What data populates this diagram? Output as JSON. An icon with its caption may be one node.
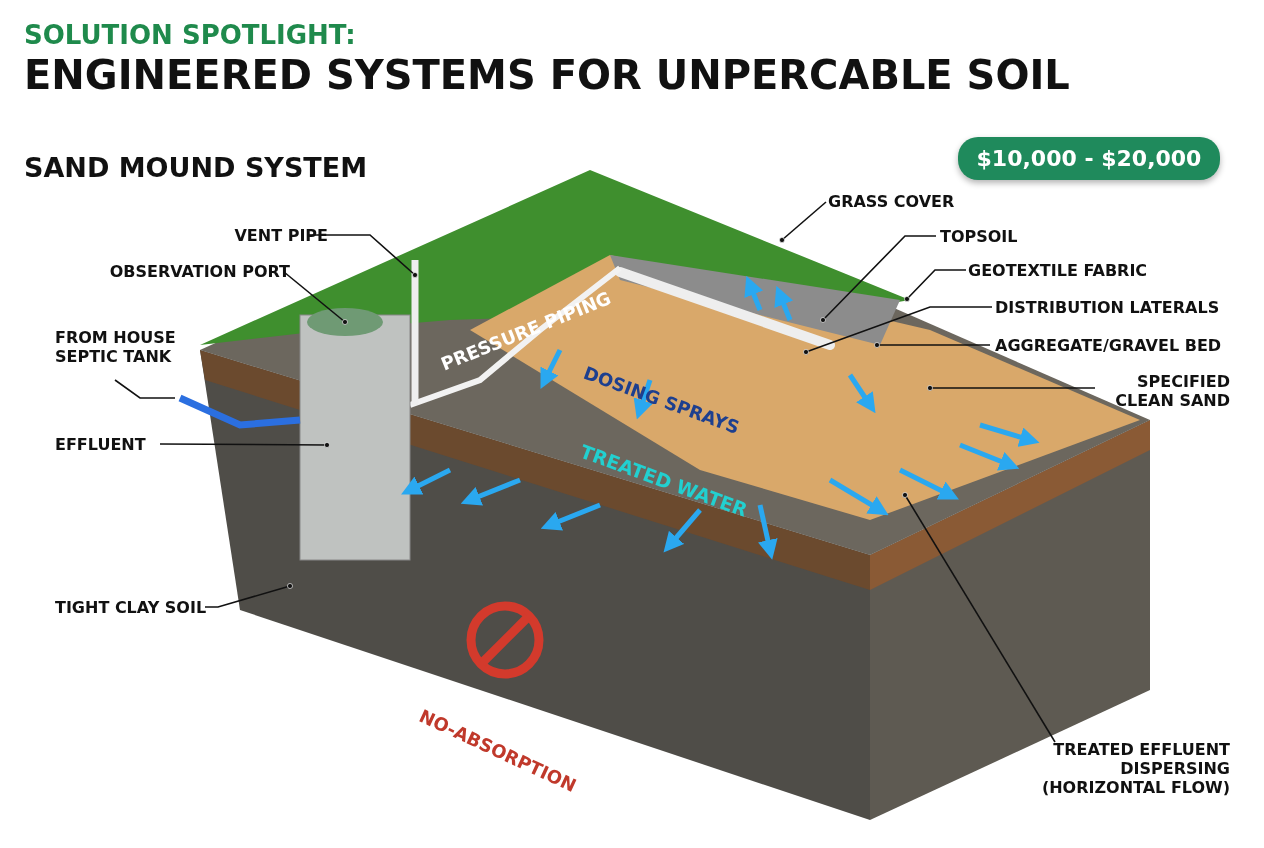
{
  "diagram": {
    "title": "ENGINEERED SYSTEMS FOR UNPERCABLE SOIL",
    "nodes": [
      {
        "text": [
          "VENT PIPE"
        ]
      },
      {
        "text": [
          "OBSERVATION PORT"
        ]
      },
      {
        "text": [
          "FROM HOUSE SEPTIC TANK"
        ]
      },
      {
        "text": [
          "EFFLUENT"
        ]
      },
      {
        "text": [
          "TIGHT CLAY SOIL"
        ]
      },
      {
        "text": [
          "GRASS COVER"
        ]
      },
      {
        "text": [
          "TOPSOIL"
        ]
      },
      {
        "text": [
          "GEOTEXTILE FABRIC"
        ]
      },
      {
        "text": [
          "DISTRIBUTION LATERALS"
        ]
      },
      {
        "text": [
          "AGGREGATE/GRAVEL BED"
        ]
      },
      {
        "text": [
          "SPECIFIED CLEAN SAND"
        ]
      },
      {
        "text": [
          "TREATED EFFLUENT DISPERSING (HORIZONTAL FLOW)"
        ]
      },
      {
        "text": [
          "$10,000 - $20,000"
        ]
      }
    ],
    "edges": [
      {
        "from": 0,
        "to": null,
        "arrow": "other"
      },
      {
        "from": 1,
        "to": null,
        "arrow": "other"
      },
      {
        "from": 2,
        "to": null,
        "arrow": "none"
      },
      {
        "from": 3,
        "to": null,
        "arrow": "other"
      },
      {
        "from": 4,
        "to": null,
        "arrow": "other"
      },
      {
        "from": 5,
        "to": null,
        "arrow": "other"
      },
      {
        "from": 6,
        "to": null,
        "arrow": "other"
      },
      {
        "from": 7,
        "to": null,
        "arrow": "other"
      },
      {
        "from": 8,
        "to": null,
        "arrow": "other"
      },
      {
        "from": 9,
        "to": null,
        "arrow": "other"
      },
      {
        "from": 10,
        "to": null,
        "arrow": "other"
      },
      {
        "from": 11,
        "to": null,
        "arrow": "other"
      }
    ],
    "labels": [
      "SOLUTION SPOTLIGHT:",
      "SAND MOUND SYSTEM",
      "PRESSURE PIPING",
      "DOSING SPRAYS",
      "TREATED WATER",
      "NO-ABSORPTION"
    ]
  }
}
